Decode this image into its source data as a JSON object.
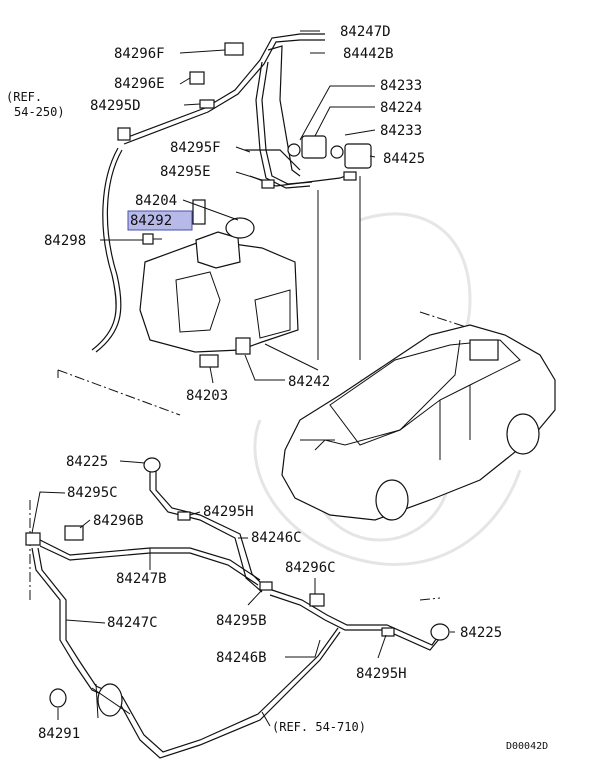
{
  "diagram": {
    "highlighted_part": "84292",
    "ref_top_line1": "(REF.",
    "ref_top_line2": "54-250)",
    "ref_bottom": "(REF. 54-710)",
    "drawing_code": "D00042D",
    "labels": {
      "p84247D": "84247D",
      "p84296F": "84296F",
      "p84442B": "84442B",
      "p84296E": "84296E",
      "p84233a": "84233",
      "p84295D": "84295D",
      "p84224": "84224",
      "p84233b": "84233",
      "p84295F": "84295F",
      "p84425": "84425",
      "p84295E": "84295E",
      "p84204": "84204",
      "p84292": "84292",
      "p84298": "84298",
      "p84242": "84242",
      "p84203": "84203",
      "p84225a": "84225",
      "p84295C": "84295C",
      "p84296B": "84296B",
      "p84295H_top": "84295H",
      "p84246C": "84246C",
      "p84247B": "84247B",
      "p84296C": "84296C",
      "p84247C": "84247C",
      "p84295B": "84295B",
      "p84225b": "84225",
      "p84246B": "84246B",
      "p84295H_bot": "84295H",
      "p84291": "84291"
    }
  }
}
